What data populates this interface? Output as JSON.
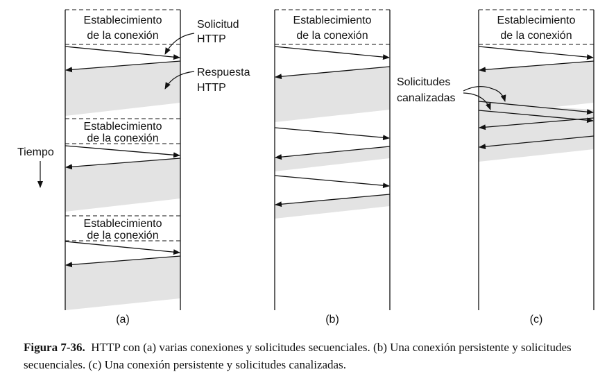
{
  "labels": {
    "setup_line1": "Establecimiento",
    "setup_line2": "de la conexión",
    "request_line1": "Solicitud",
    "request_line2": "HTTP",
    "response_line1": "Respuesta",
    "response_line2": "HTTP",
    "time": "Tiempo",
    "pipelined_line1": "Solicitudes",
    "pipelined_line2": "canalizadas"
  },
  "panels": [
    "(a)",
    "(b)",
    "(c)"
  ],
  "caption": {
    "figure": "Figura 7-36.",
    "text": "HTTP con (a) varias conexiones y solicitudes secuenciales. (b) Una conexión persistente y solicitudes secuenciales. (c) Una conexión persistente y solicitudes canalizadas."
  },
  "colors": {
    "line": "#111111",
    "shade": "#e3e3e3"
  }
}
